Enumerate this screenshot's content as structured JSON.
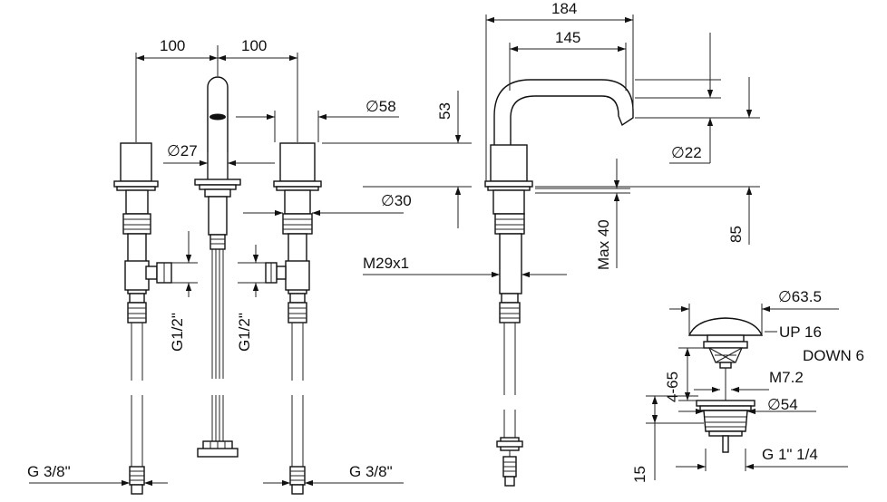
{
  "dimensions": {
    "d100_left": "100",
    "d100_right": "100",
    "d58": "∅58",
    "d27": "∅27",
    "d30": "∅30",
    "d184": "184",
    "d145": "145",
    "d53": "53",
    "d22": "∅22",
    "max40": "Max 40",
    "d85": "85",
    "m29": "M29x1",
    "g12_left": "G1/2\"",
    "g12_right": "G1/2\"",
    "g38_left": "G 3/8\"",
    "g38_right": "G 3/8\"",
    "d635": "∅63.5",
    "up16": "UP 16",
    "down6": "DOWN 6",
    "r465": "4-65",
    "m72": "M7.2",
    "d54": "∅54",
    "g114": "G 1\" 1/4",
    "d15": "15"
  }
}
